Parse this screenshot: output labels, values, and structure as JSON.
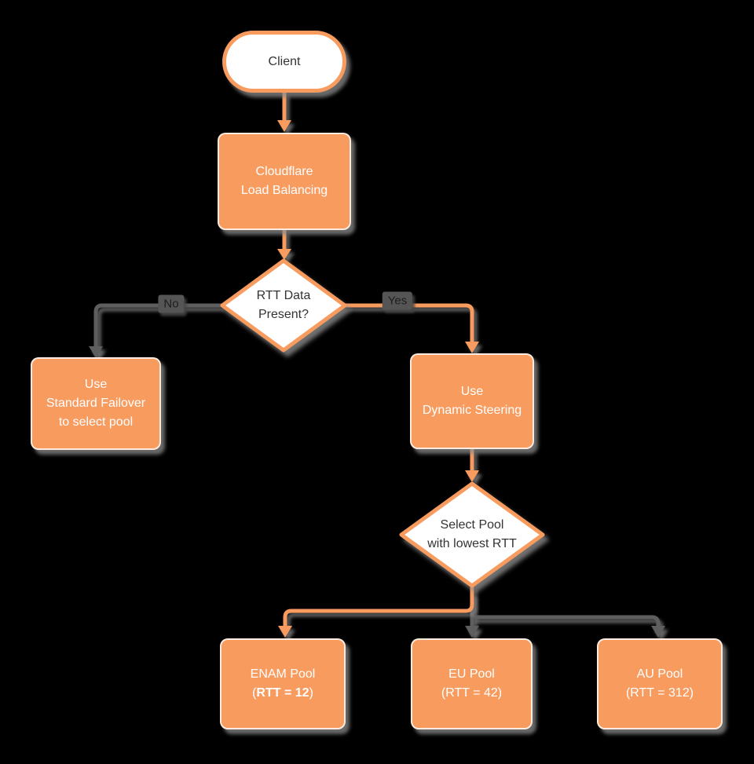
{
  "diagram": {
    "background_color": "#000000",
    "colors": {
      "node_fill_orange": "#F89B5F",
      "edge_gray": "#5E5E5E",
      "shadow_gray": "#8C8C8C",
      "shape_fill_white": "#FFFFFF",
      "dark_text": "#333333",
      "white_text": "#FFFFFF"
    },
    "nodes": {
      "client": {
        "label": "Client"
      },
      "load_balancer": {
        "lines": [
          "Cloudflare",
          "Load Balancing"
        ]
      },
      "rtt_decision": {
        "lines": [
          "RTT Data",
          "Present?"
        ]
      },
      "standard_failover": {
        "lines": [
          "Use",
          "Standard Failover",
          "to select pool"
        ]
      },
      "dynamic_steering": {
        "lines": [
          "Use",
          "Dynamic Steering"
        ]
      },
      "select_pool": {
        "lines": [
          "Select Pool",
          "with lowest RTT"
        ]
      },
      "enam_pool": {
        "title": "ENAM Pool",
        "rtt_open": "(",
        "rtt_value": "RTT = 12",
        "rtt_close": ")"
      },
      "eu_pool": {
        "title": "EU Pool",
        "rtt": "(RTT = 42)"
      },
      "au_pool": {
        "title": "AU Pool",
        "rtt": "(RTT = 312)"
      }
    },
    "edge_labels": {
      "no": "No",
      "yes": "Yes"
    }
  }
}
